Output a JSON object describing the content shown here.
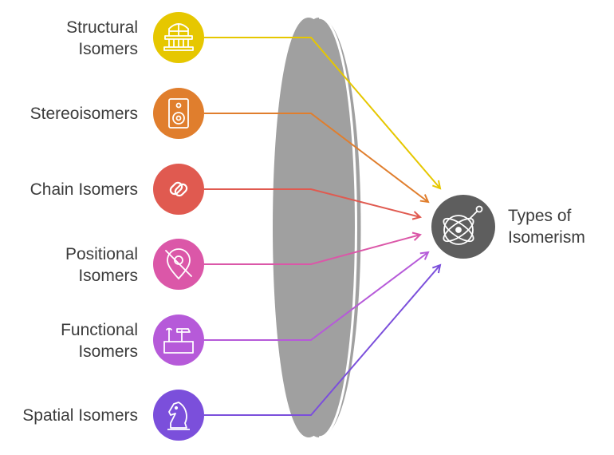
{
  "items": [
    {
      "line1": "Structural",
      "line2": "Isomers",
      "color": "#E6C700",
      "icon": "building-icon"
    },
    {
      "line1": "Stereoisomers",
      "line2": "",
      "color": "#E07E2D",
      "icon": "speaker-icon"
    },
    {
      "line1": "Chain Isomers",
      "line2": "",
      "color": "#E05A50",
      "icon": "link-icon"
    },
    {
      "line1": "Positional",
      "line2": "Isomers",
      "color": "#DB57A8",
      "icon": "location-off-icon"
    },
    {
      "line1": "Functional",
      "line2": "Isomers",
      "color": "#B65AD9",
      "icon": "toolbox-icon"
    },
    {
      "line1": "Spatial Isomers",
      "line2": "",
      "color": "#7B4FDB",
      "icon": "chess-knight-icon"
    }
  ],
  "target": {
    "line1": "Types of",
    "line2": "Isomerism",
    "color": "#5E5E5E",
    "icon": "atom-icon"
  },
  "lens_color": "#A0A0A0"
}
